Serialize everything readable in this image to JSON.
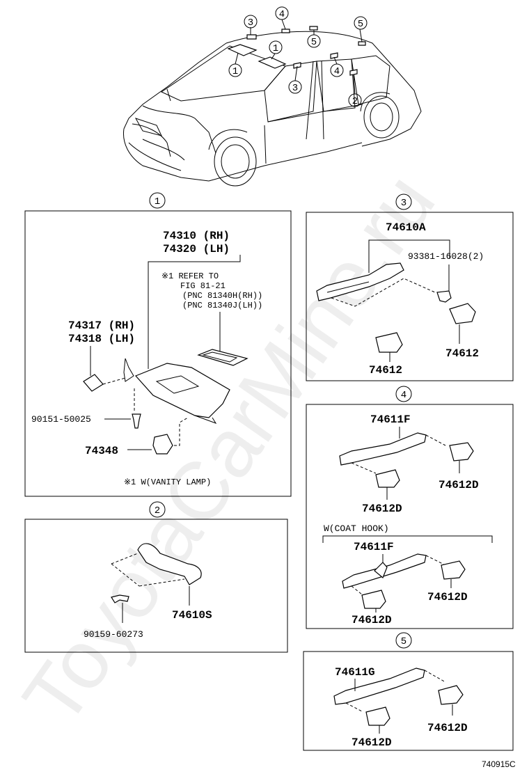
{
  "watermark": "ToyotaCarMine.ru",
  "figure_code": "740915C",
  "car_callouts": [
    "3",
    "4",
    "5",
    "5",
    "1",
    "1",
    "3",
    "4",
    "2"
  ],
  "panel1": {
    "id": "1",
    "visor_part": "74310 (RH)",
    "visor_part_lh": "74320 (LH)",
    "note_line1": "※1 REFER TO",
    "note_line2": "FIG 81-21",
    "note_line3": "(PNC 81340H(RH))",
    "note_line4": "(PNC 81340J(LH))",
    "holder_part": "74317 (RH)",
    "holder_part_lh": "74318 (LH)",
    "screw_part": "90151-50025",
    "clip_part": "74348",
    "footnote": "※1 W(VANITY LAMP)"
  },
  "panel2": {
    "id": "2",
    "grip_part": "74610S",
    "bolt_part": "90159-60273"
  },
  "panel3": {
    "id": "3",
    "grip_part": "74610A",
    "screw_part": "93381-16028(2)",
    "cover_left": "74612",
    "cover_right": "74612"
  },
  "panel4": {
    "id": "4",
    "grip_part": "74611F",
    "cover_bottom": "74612D",
    "cover_right": "74612D",
    "variant_label": "W(COAT HOOK)",
    "grip_part_2": "74611F",
    "cover_bottom_2": "74612D",
    "cover_right_2": "74612D"
  },
  "panel5": {
    "id": "5",
    "grip_part": "74611G",
    "cover_bottom": "74612D",
    "cover_right": "74612D"
  }
}
